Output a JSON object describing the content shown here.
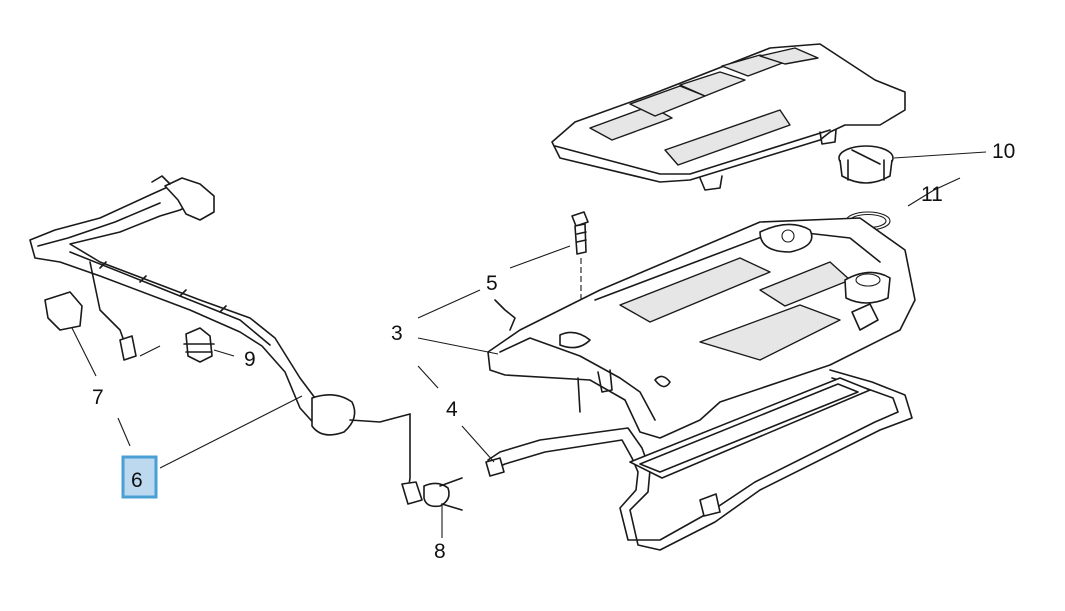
{
  "callouts": [
    {
      "id": "3",
      "text": "3"
    },
    {
      "id": "4",
      "text": "4"
    },
    {
      "id": "5",
      "text": "5"
    },
    {
      "id": "6",
      "text": "6",
      "highlighted": true
    },
    {
      "id": "7",
      "text": "7"
    },
    {
      "id": "8",
      "text": "8"
    },
    {
      "id": "9",
      "text": "9"
    },
    {
      "id": "10",
      "text": "10"
    },
    {
      "id": "11",
      "text": "11"
    }
  ],
  "colors": {
    "highlight_fill": "#bcd9ef",
    "highlight_border": "#4a9fd5",
    "line": "#1a1a1a"
  }
}
